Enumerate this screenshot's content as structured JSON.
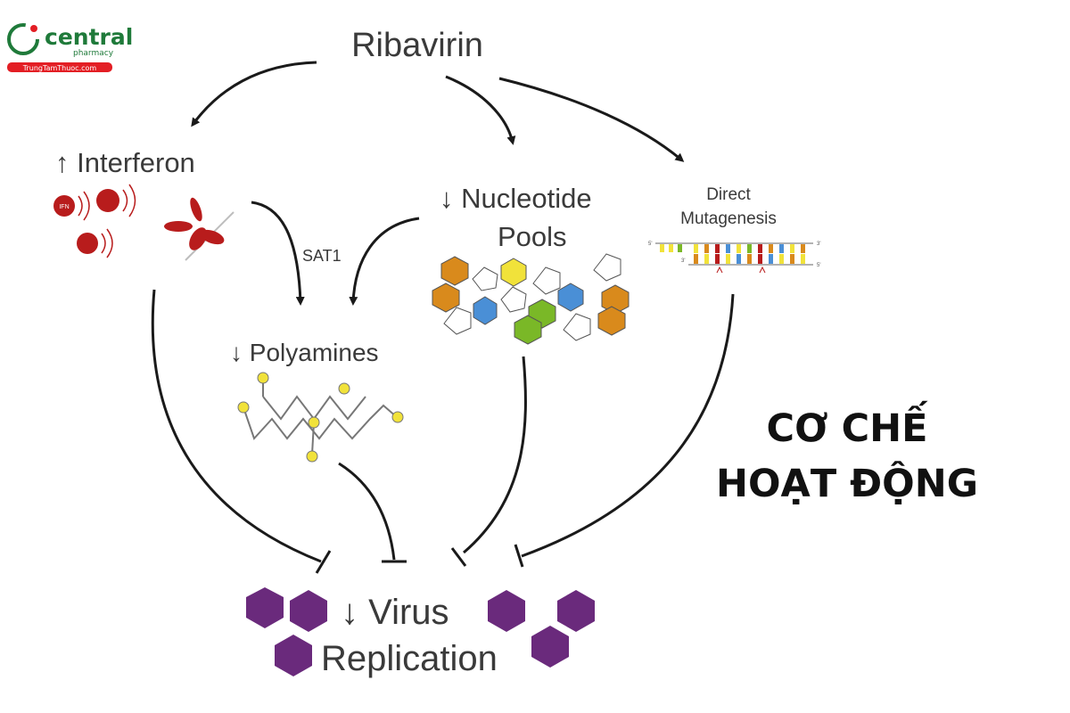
{
  "logo": {
    "name": "central",
    "subname": "pharmacy",
    "url": "TrungTamThuoc.com"
  },
  "diagram": {
    "top": "Ribavirin",
    "interferon": "↑ Interferon",
    "ifn_tag": "IFN",
    "nucleotide_line1": "↓ Nucleotide",
    "nucleotide_line2": "Pools",
    "mutagenesis_line1": "Direct",
    "mutagenesis_line2": "Mutagenesis",
    "dna_5_top": "5'",
    "dna_3_top": "3'",
    "dna_3_bottom": "3'",
    "dna_5_bottom": "5'",
    "sat1": "SAT1",
    "polyamines": "↓ Polyamines",
    "virus_line1": "↓ Virus",
    "virus_line2": "Replication"
  },
  "side_title": {
    "line1": "CƠ CHẾ",
    "line2": "HOẠT ĐỘNG"
  },
  "colors": {
    "logo_green": "#1f7a3a",
    "logo_red": "#e31e24",
    "ifn_red": "#b81c1c",
    "virus_purple": "#6a2a7c",
    "nucleotide_orange": "#d98a1c",
    "nucleotide_blue": "#4a8fd6",
    "nucleotide_green": "#7ab827",
    "nucleotide_yellow": "#f1e23a"
  }
}
